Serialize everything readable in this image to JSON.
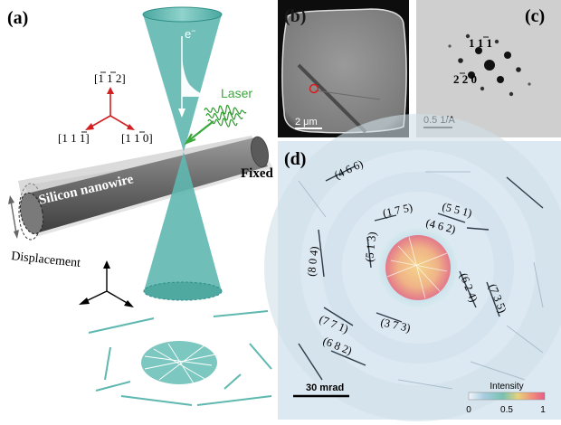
{
  "panel_a": {
    "label": "(a)",
    "electron": "e",
    "electron_sup": "−",
    "laser": "Laser",
    "nanowire": "Silicon nanowire",
    "fixed": "Fixed",
    "displacement": "Displacement",
    "dir_top": "[1 1 2]",
    "dir_left": "[1 1 1]",
    "dir_right": "[1 1 0]"
  },
  "panel_b": {
    "label": "(b)",
    "scalebar": "2 μm"
  },
  "panel_c": {
    "label": "(c)",
    "idx1": "1 1 1",
    "idx2": "2 2 0",
    "scalebar": "0.5 1/A"
  },
  "panel_d": {
    "label": "(d)",
    "indices": [
      "(4 6 6)",
      "(1 7 5)",
      "(5 5 1)",
      "(4 6 2)",
      "(5 1 3)",
      "(8 0 4)",
      "(6 2 4)",
      "(7 3 5)",
      "(3 7 3)",
      "(7 7 1)",
      "(6 8 2)"
    ],
    "scalebar": "30 mrad",
    "colorbar_title": "Intensity",
    "colorbar_ticks": [
      "0",
      "0.5",
      "1"
    ]
  },
  "colors": {
    "teal": "#5fb8b0",
    "teal_dark": "#2f8f88",
    "wire": "#6a6a6a",
    "laser": "#3aa83a",
    "arrow_red": "#d22020"
  }
}
